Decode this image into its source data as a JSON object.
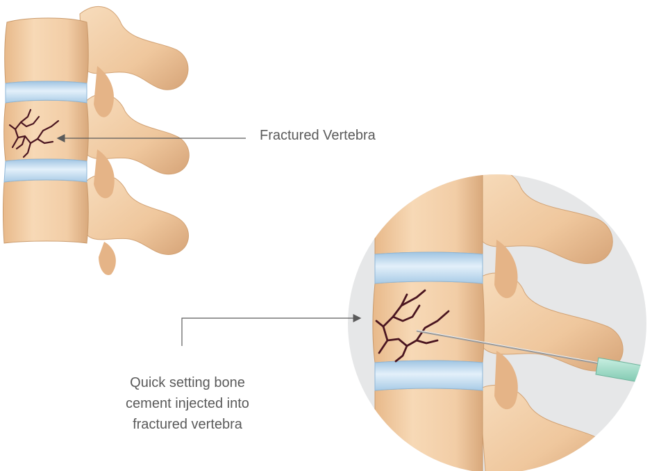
{
  "labels": {
    "fractured_vertebra": "Fractured Vertebra",
    "bone_cement_lines": [
      "Quick setting bone",
      "cement injected into",
      "fractured vertebra"
    ]
  },
  "colors": {
    "bone_fill": "#f2cda6",
    "bone_shade": "#d9a97c",
    "bone_outline": "#c99a6c",
    "disc_fill": "#b9d6ec",
    "disc_highlight": "#e3f0fa",
    "crack": "#4a1520",
    "zoom_circle": "#e6e7e8",
    "pointer_line": "#5a5a5a",
    "needle_hub": "#9fd8c6",
    "label_text": "#5a5a5a"
  },
  "icons": {
    "pointer_arrowheads": "arrowhead",
    "injection": "needle-icon"
  }
}
